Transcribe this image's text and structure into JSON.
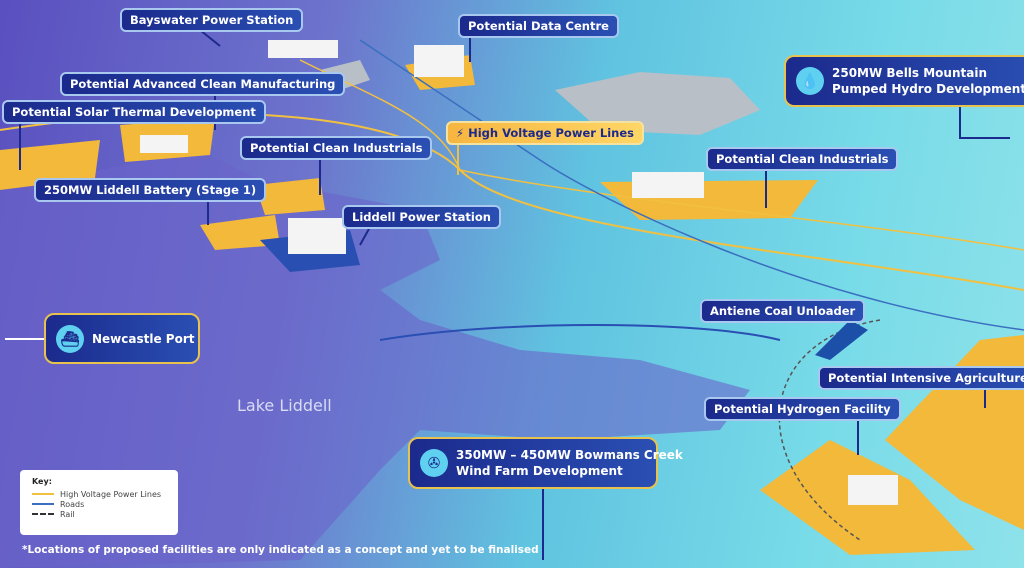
{
  "labels": {
    "bayswater": "Bayswater Power Station",
    "data_centre": "Potential Data Centre",
    "adv_manufacturing": "Potential Advanced Clean Manufacturing",
    "solar_thermal": "Potential Solar Thermal Development",
    "hv_lines": "High Voltage Power Lines",
    "bells_mountain_1": "250MW Bells Mountain",
    "bells_mountain_2": "Pumped Hydro Development",
    "clean_industrials_left": "Potential Clean Industrials",
    "clean_industrials_right": "Potential Clean Industrials",
    "liddell_battery": "250MW Liddell Battery (Stage 1)",
    "liddell_power": "Liddell Power Station",
    "newcastle_port": "Newcastle Port",
    "coal_unloader": "Antiene Coal Unloader",
    "intensive_agriculture": "Potential Intensive Agriculture",
    "hydrogen": "Potential Hydrogen Facility",
    "wind_farm_1": "350MW – 450MW Bowmans Creek",
    "wind_farm_2": "Wind Farm Development",
    "lake": "Lake Liddell"
  },
  "key": {
    "title": "Key:",
    "items": [
      {
        "label": "High Voltage Power Lines",
        "color": "#f2c040"
      },
      {
        "label": "Roads",
        "color": "#3a6fc0"
      },
      {
        "label": "Rail",
        "color": "#333333"
      }
    ]
  },
  "footnote": "*Locations of proposed facilities are only indicated as a concept and yet to be finalised"
}
